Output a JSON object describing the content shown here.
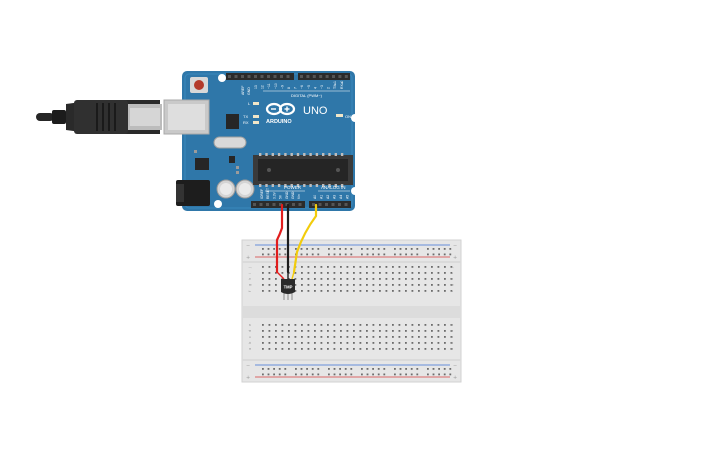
{
  "arduino": {
    "brand": "ARDUINO",
    "model": "UNO",
    "on_label": "ON",
    "tx_label": "TX",
    "rx_label": "RX",
    "l_label": "L",
    "digital_label": "DIGITAL (PWM~)",
    "power_label": "POWER",
    "analog_label": "ANALOG IN",
    "aref_label": "AREF",
    "gnd_label": "GND",
    "digital_pins": [
      "13",
      "12",
      "~11",
      "~10",
      "~9",
      "8",
      "7",
      "~6",
      "~5",
      "4",
      "~3",
      "2",
      "TX▸1",
      "RX◂0"
    ],
    "power_pins": [
      "IOREF",
      "RESET",
      "3.3V",
      "5V",
      "GND",
      "GND",
      "Vin"
    ],
    "analog_pins": [
      "A0",
      "A1",
      "A2",
      "A3",
      "A4",
      "A5"
    ]
  },
  "sensor": {
    "label": "TMP"
  },
  "breadboard": {
    "row_letters_top": [
      "j",
      "i",
      "h",
      "g",
      "f"
    ],
    "row_letters_bottom": [
      "e",
      "d",
      "c",
      "b",
      "a"
    ],
    "plus": "+",
    "minus": "−"
  },
  "wires": [
    {
      "name": "5v-wire",
      "color": "#e11d1d"
    },
    {
      "name": "gnd-wire",
      "color": "#1c1c1c"
    },
    {
      "name": "signal-wire",
      "color": "#f2cc0c"
    }
  ],
  "colors": {
    "board": "#2f77a9",
    "board_dark": "#1f5b86",
    "header": "#2b2b2b",
    "breadboard": "#e6e6e6",
    "rail_red": "#d43c3c",
    "rail_blue": "#3c6fd4"
  }
}
